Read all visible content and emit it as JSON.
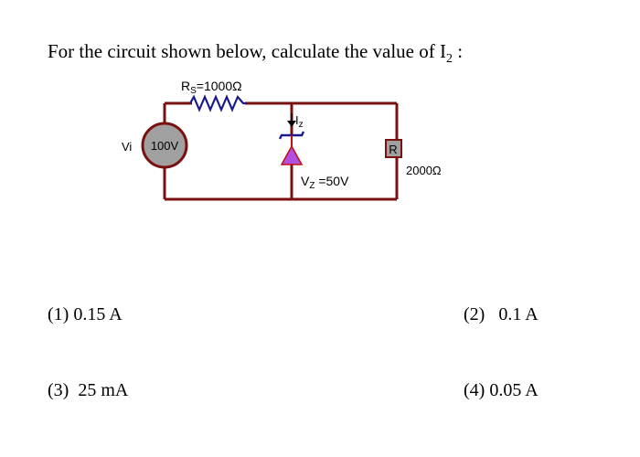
{
  "question": {
    "text": "For the circuit shown below, calculate the value of I",
    "subscript": "2",
    "suffix": " :"
  },
  "circuit": {
    "resistor_rs": {
      "label": "R",
      "label_sub": "S",
      "value": "=1000Ω"
    },
    "source": {
      "label": "Vi",
      "value": "100V"
    },
    "zener_current": {
      "label": "I",
      "label_sub": "z"
    },
    "zener_voltage": {
      "label": "V",
      "label_sub": "Z",
      "value": " =50V"
    },
    "load_resistor": {
      "label": "R",
      "value": "2000Ω"
    }
  },
  "options": [
    {
      "id": "option-1",
      "text": "(1) 0.15 A"
    },
    {
      "id": "option-2",
      "text": "(2)   0.1 A"
    },
    {
      "id": "option-3",
      "text": "(3)  25 mA"
    },
    {
      "id": "option-4",
      "text": "(4) 0.05 A"
    }
  ],
  "colors": {
    "wire": "#7a1010",
    "resistor": "#1a1a8c",
    "source_fill": "#a0a0a0",
    "zener_fill": "#b14fe0",
    "zener_edge": "#c01010"
  }
}
